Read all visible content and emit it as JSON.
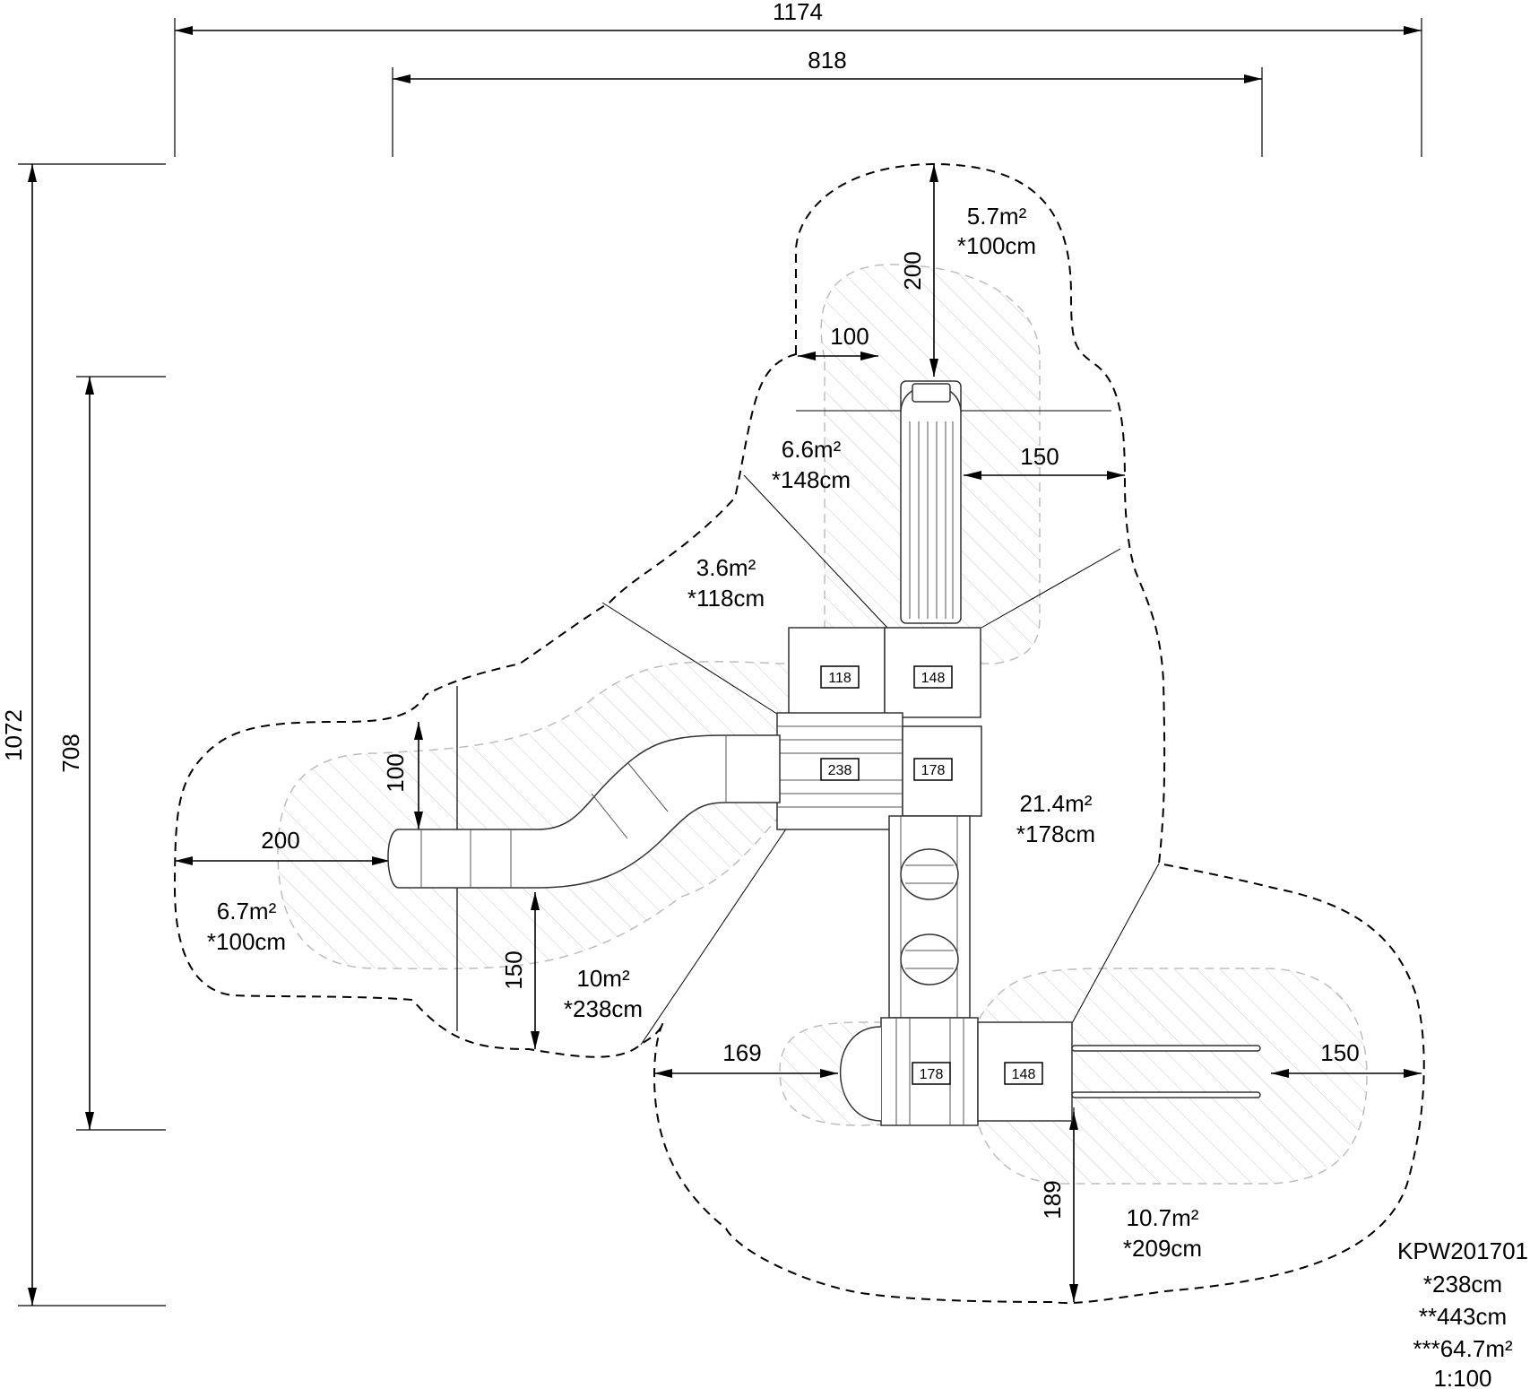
{
  "dimensions": {
    "overall_width": "1174",
    "inner_width": "818",
    "overall_height": "1072",
    "inner_height": "708",
    "top_zone_height": "200",
    "top_zone_offset": "100",
    "right_offset_upper": "150",
    "slide_top_offset": "100",
    "slide_exit_length": "200",
    "slide_bottom_offset": "150",
    "bottom_left_offset": "169",
    "bottom_right_offset": "150",
    "bottom_depth": "189"
  },
  "areas": [
    {
      "area": "5.7m²",
      "height": "*100cm"
    },
    {
      "area": "6.6m²",
      "height": "*148cm"
    },
    {
      "area": "3.6m²",
      "height": "*118cm"
    },
    {
      "area": "21.4m²",
      "height": "*178cm"
    },
    {
      "area": "6.7m²",
      "height": "*100cm"
    },
    {
      "area": "10m²",
      "height": "*238cm"
    },
    {
      "area": "10.7m²",
      "height": "*209cm"
    }
  ],
  "platforms": [
    "118",
    "148",
    "238",
    "178",
    "178",
    "148"
  ],
  "info": {
    "code": "KPW201701",
    "fall_height": "*238cm",
    "max_height": "**443cm",
    "total_area": "***64.7m²",
    "scale": "1:100"
  }
}
